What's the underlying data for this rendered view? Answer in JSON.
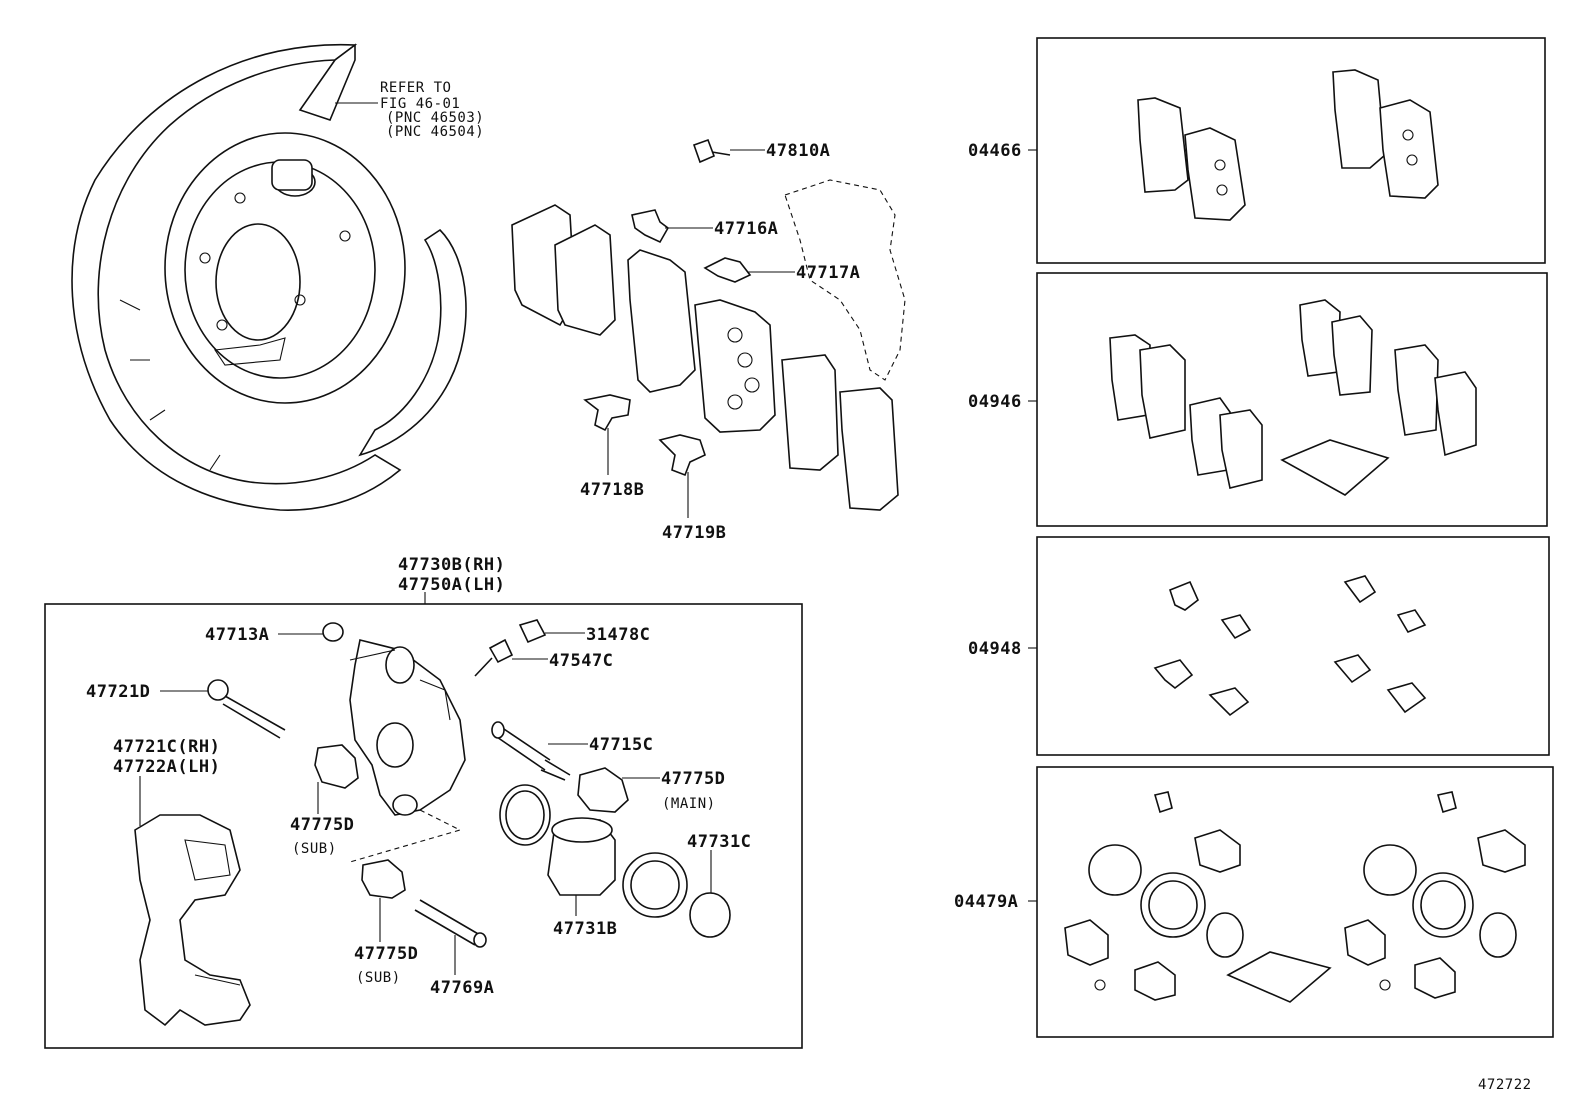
{
  "diagram_id": "472722",
  "refer_note": {
    "line1": "REFER TO",
    "line2": "FIG 46-01",
    "line3": "(PNC 46503)",
    "line4": "(PNC 46504)"
  },
  "labels": {
    "p47810A": "47810A",
    "p47716A": "47716A",
    "p47717A": "47717A",
    "p47718B": "47718B",
    "p47719B": "47719B",
    "p47730B": "47730B(RH)",
    "p47750A": "47750A(LH)",
    "p47713A": "47713A",
    "p31478C": "31478C",
    "p47547C": "47547C",
    "p47721D": "47721D",
    "p47721C": "47721C(RH)",
    "p47722A": "47722A(LH)",
    "p47715C": "47715C",
    "p47775D_main": "47775D",
    "main": "(MAIN)",
    "p47775D_sub1": "47775D",
    "sub1": "(SUB)",
    "p47775D_sub2": "47775D",
    "sub2": "(SUB)",
    "p47731C": "47731C",
    "p47731B": "47731B",
    "p47769A": "47769A"
  },
  "kits": [
    {
      "code": "04466"
    },
    {
      "code": "04946"
    },
    {
      "code": "04948"
    },
    {
      "code": "04479A"
    }
  ]
}
